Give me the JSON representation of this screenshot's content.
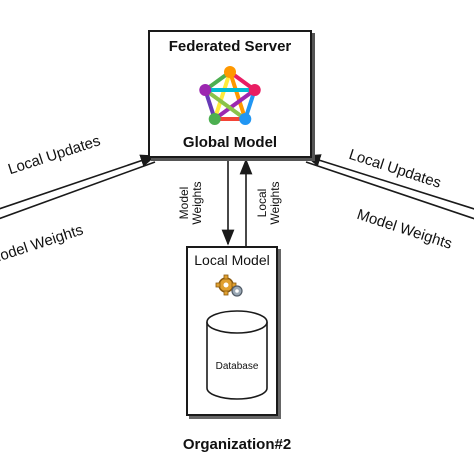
{
  "server": {
    "title": "Federated Server",
    "global_model_label": "Global Model"
  },
  "organization": {
    "local_model_label": "Local Model",
    "database_label": "Database",
    "org_name": "Organization#2",
    "gear_icon": "gears-icon"
  },
  "edges": {
    "left_upper": "Local Updates",
    "left_lower": "Model Weights",
    "right_upper": "Local Updates",
    "right_lower": "Model Weights",
    "center_down": [
      "Model",
      "Weights"
    ],
    "center_up": [
      "Local",
      "Weights"
    ]
  },
  "colors": {
    "stroke": "#1a1a1a",
    "network_edges": [
      "#e91e63",
      "#ff9800",
      "#ffeb3b",
      "#4caf50",
      "#2196f3",
      "#9c27b0",
      "#00bcd4",
      "#f44336",
      "#8bc34a",
      "#673ab7"
    ]
  }
}
